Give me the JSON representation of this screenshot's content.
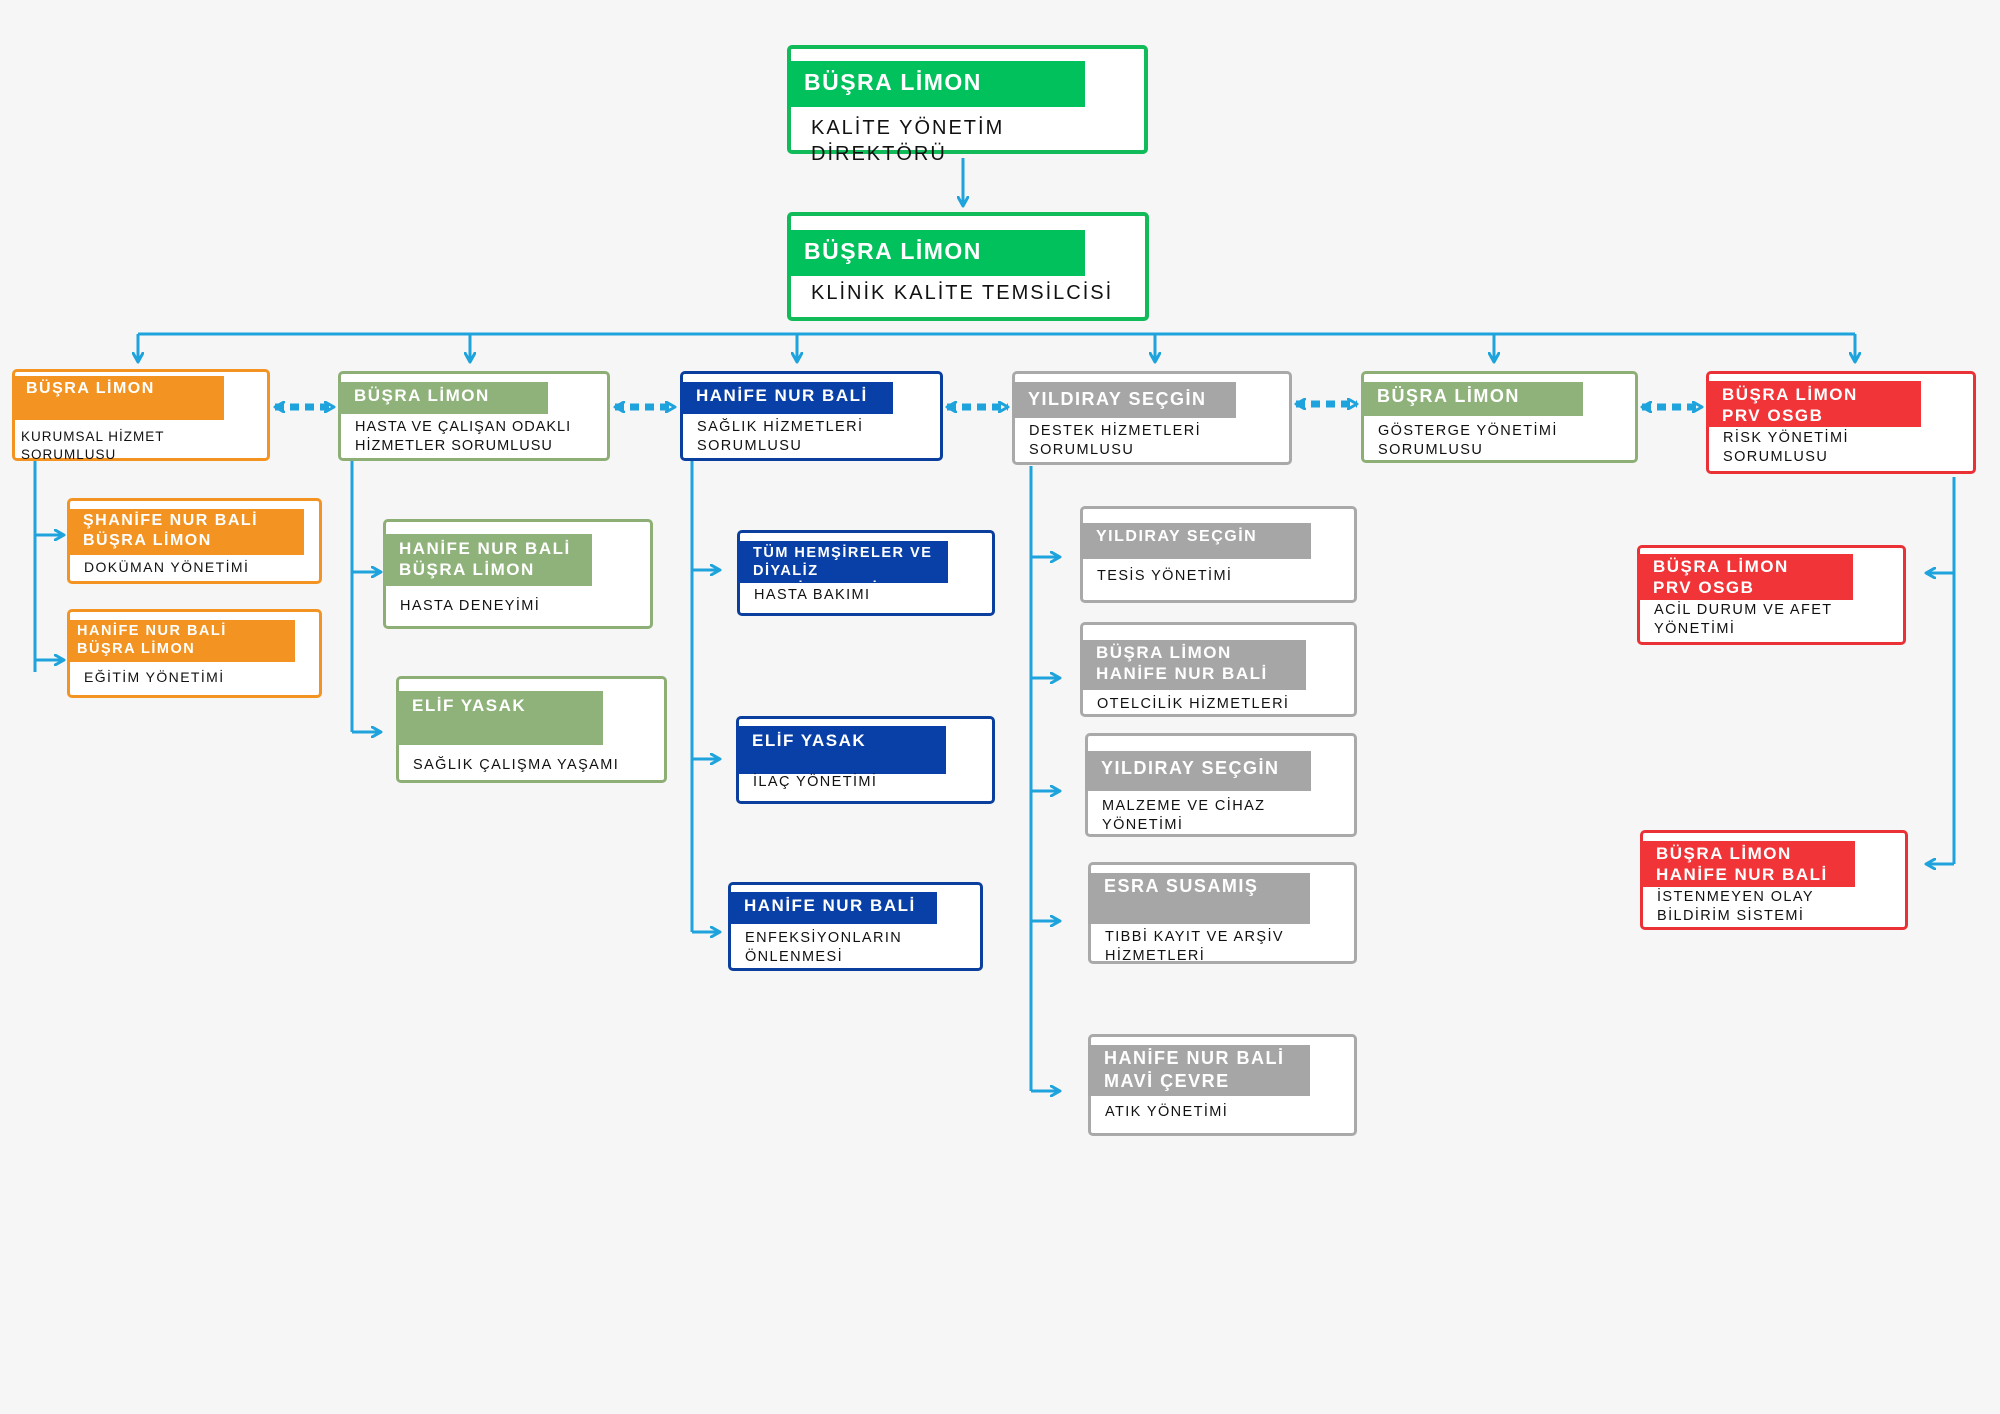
{
  "colors": {
    "connector": "#1ea3dc",
    "director": "#00c15b",
    "orange": "#f39422",
    "sage": "#8fb27a",
    "navy": "#0840a8",
    "grey": "#a6a6a6",
    "red": "#f13438"
  },
  "nodes": {
    "director": {
      "name": "BÜŞRA LİMON",
      "title": "KALİTE YÖNETİM DİREKTÖRÜ"
    },
    "clinical": {
      "name": "BÜŞRA LİMON",
      "title": "KLİNİK KALİTE TEMSİLCİSİ"
    },
    "corporate": {
      "name": "BÜŞRA LİMON",
      "title": "KURUMSAL HİZMET SORUMLUSU"
    },
    "document": {
      "name": "ŞHANİFE NUR BALİ\nBÜŞRA LİMON",
      "title": "DOKÜMAN YÖNETİMİ"
    },
    "education": {
      "name": "HANİFE NUR BALİ\nBÜŞRA LİMON",
      "title": "EĞİTİM YÖNETİMİ"
    },
    "patient_staff": {
      "name": "BÜŞRA LİMON",
      "title": "HASTA VE ÇALIŞAN ODAKLI\nHİZMETLER SORUMLUSU"
    },
    "patient_exp": {
      "name": "HANİFE NUR BALİ\nBÜŞRA LİMON",
      "title": "HASTA DENEYİMİ"
    },
    "health_work": {
      "name": "ELİF YASAK",
      "title": "SAĞLIK ÇALIŞMA YAŞAMI"
    },
    "health_services": {
      "name": "HANİFE NUR BALİ",
      "title": "SAĞLIK HİZMETLERİ\nSORUMLUSU"
    },
    "patient_care": {
      "name": "TÜM HEMŞİRELER VE\nDİYALİZ TEKNİKERLERİ",
      "title": "HASTA BAKIMI"
    },
    "medication": {
      "name": "ELİF YASAK",
      "title": "İLAÇ YÖNETİMİ"
    },
    "infection": {
      "name": "HANİFE NUR BALİ",
      "title": "ENFEKSİYONLARIN\nÖNLENMESİ"
    },
    "support": {
      "name": "YILDIRAY SEÇGİN",
      "title": "DESTEK HİZMETLERİ\nSORUMLUSU"
    },
    "facility": {
      "name": "YILDIRAY SEÇGİN",
      "title": "TESİS YÖNETİMİ"
    },
    "hotel": {
      "name": "BÜŞRA LİMON\nHANİFE NUR BALİ",
      "title": "OTELCİLİK HİZMETLERİ"
    },
    "material": {
      "name": "YILDIRAY SEÇGİN",
      "title": "MALZEME VE CİHAZ\nYÖNETİMİ"
    },
    "records": {
      "name": "ESRA SUSAMIŞ",
      "title": "TIBBİ KAYIT VE ARŞİV\nHİZMETLERİ"
    },
    "waste": {
      "name": "HANİFE NUR BALİ\nMAVİ ÇEVRE",
      "title": "ATIK YÖNETİMİ"
    },
    "indicator": {
      "name": "BÜŞRA LİMON",
      "title": "GÖSTERGE YÖNETİMİ\nSORUMLUSU"
    },
    "risk": {
      "name": "BÜŞRA LİMON\nPRV OSGB",
      "title": "RİSK YÖNETİMİ\nSORUMLUSU"
    },
    "emergency": {
      "name": "BÜŞRA LİMON\nPRV OSGB",
      "title": "ACİL DURUM VE AFET\nYÖNETİMİ"
    },
    "incident": {
      "name": "BÜŞRA LİMON\nHANİFE NUR BALİ",
      "title": "İSTENMEYEN OLAY\nBİLDİRİM SİSTEMİ"
    }
  }
}
